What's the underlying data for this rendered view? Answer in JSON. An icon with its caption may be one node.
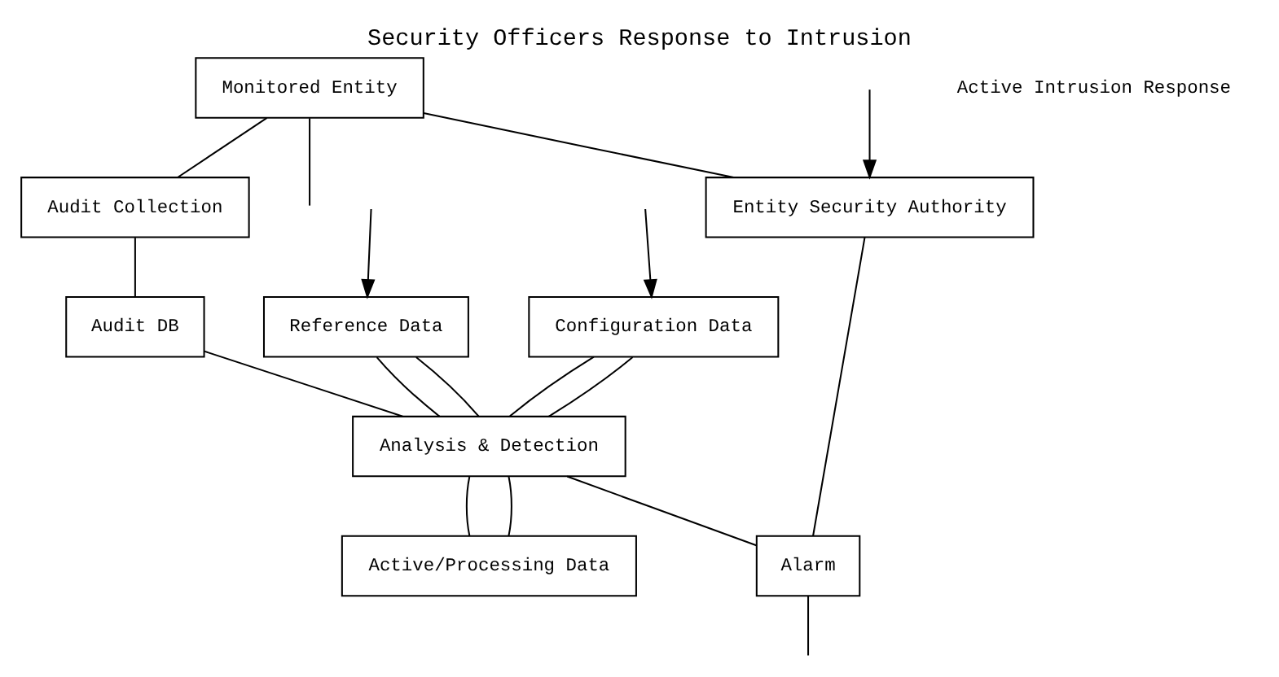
{
  "diagram": {
    "title": "Security Officers Response to Intrusion",
    "nodes": [
      {
        "text": [
          "Monitored Entity"
        ]
      },
      {
        "text": [
          "Audit Collection"
        ]
      },
      {
        "text": [
          "Reference Data"
        ]
      },
      {
        "text": [
          "Configuration Data"
        ]
      },
      {
        "text": [
          "Entity Security Authority"
        ]
      },
      {
        "text": [
          "Audit DB"
        ]
      },
      {
        "text": [
          "Analysis & Detection"
        ]
      },
      {
        "text": [
          "Alarm"
        ]
      },
      {
        "text": [
          "Active/Processing Data"
        ]
      }
    ],
    "edges": [
      {
        "from": 0,
        "to": 4,
        "arrow": "none"
      },
      {
        "from": null,
        "to": 2,
        "arrow": "to"
      },
      {
        "from": null,
        "to": 3,
        "arrow": "to"
      },
      {
        "from": null,
        "to": 4,
        "arrow": "to"
      },
      {
        "from": 0,
        "to": 1,
        "arrow": "none"
      },
      {
        "from": 1,
        "to": 5,
        "arrow": "none"
      },
      {
        "from": 5,
        "to": 6,
        "arrow": "none"
      },
      {
        "from": 2,
        "to": 6,
        "arrow": "none"
      },
      {
        "from": 2,
        "to": 6,
        "arrow": "none"
      },
      {
        "from": 3,
        "to": 6,
        "arrow": "none"
      },
      {
        "from": 3,
        "to": 6,
        "arrow": "none"
      },
      {
        "from": 6,
        "to": 7,
        "arrow": "none"
      },
      {
        "from": 4,
        "to": 7,
        "arrow": "none"
      },
      {
        "from": 6,
        "to": 8,
        "arrow": "none"
      },
      {
        "from": 6,
        "to": 8,
        "arrow": "none"
      },
      {
        "from": 0,
        "to": null,
        "arrow": "none"
      },
      {
        "from": 7,
        "to": null,
        "arrow": "none"
      }
    ],
    "labels": [
      "Active Intrusion Response"
    ]
  }
}
